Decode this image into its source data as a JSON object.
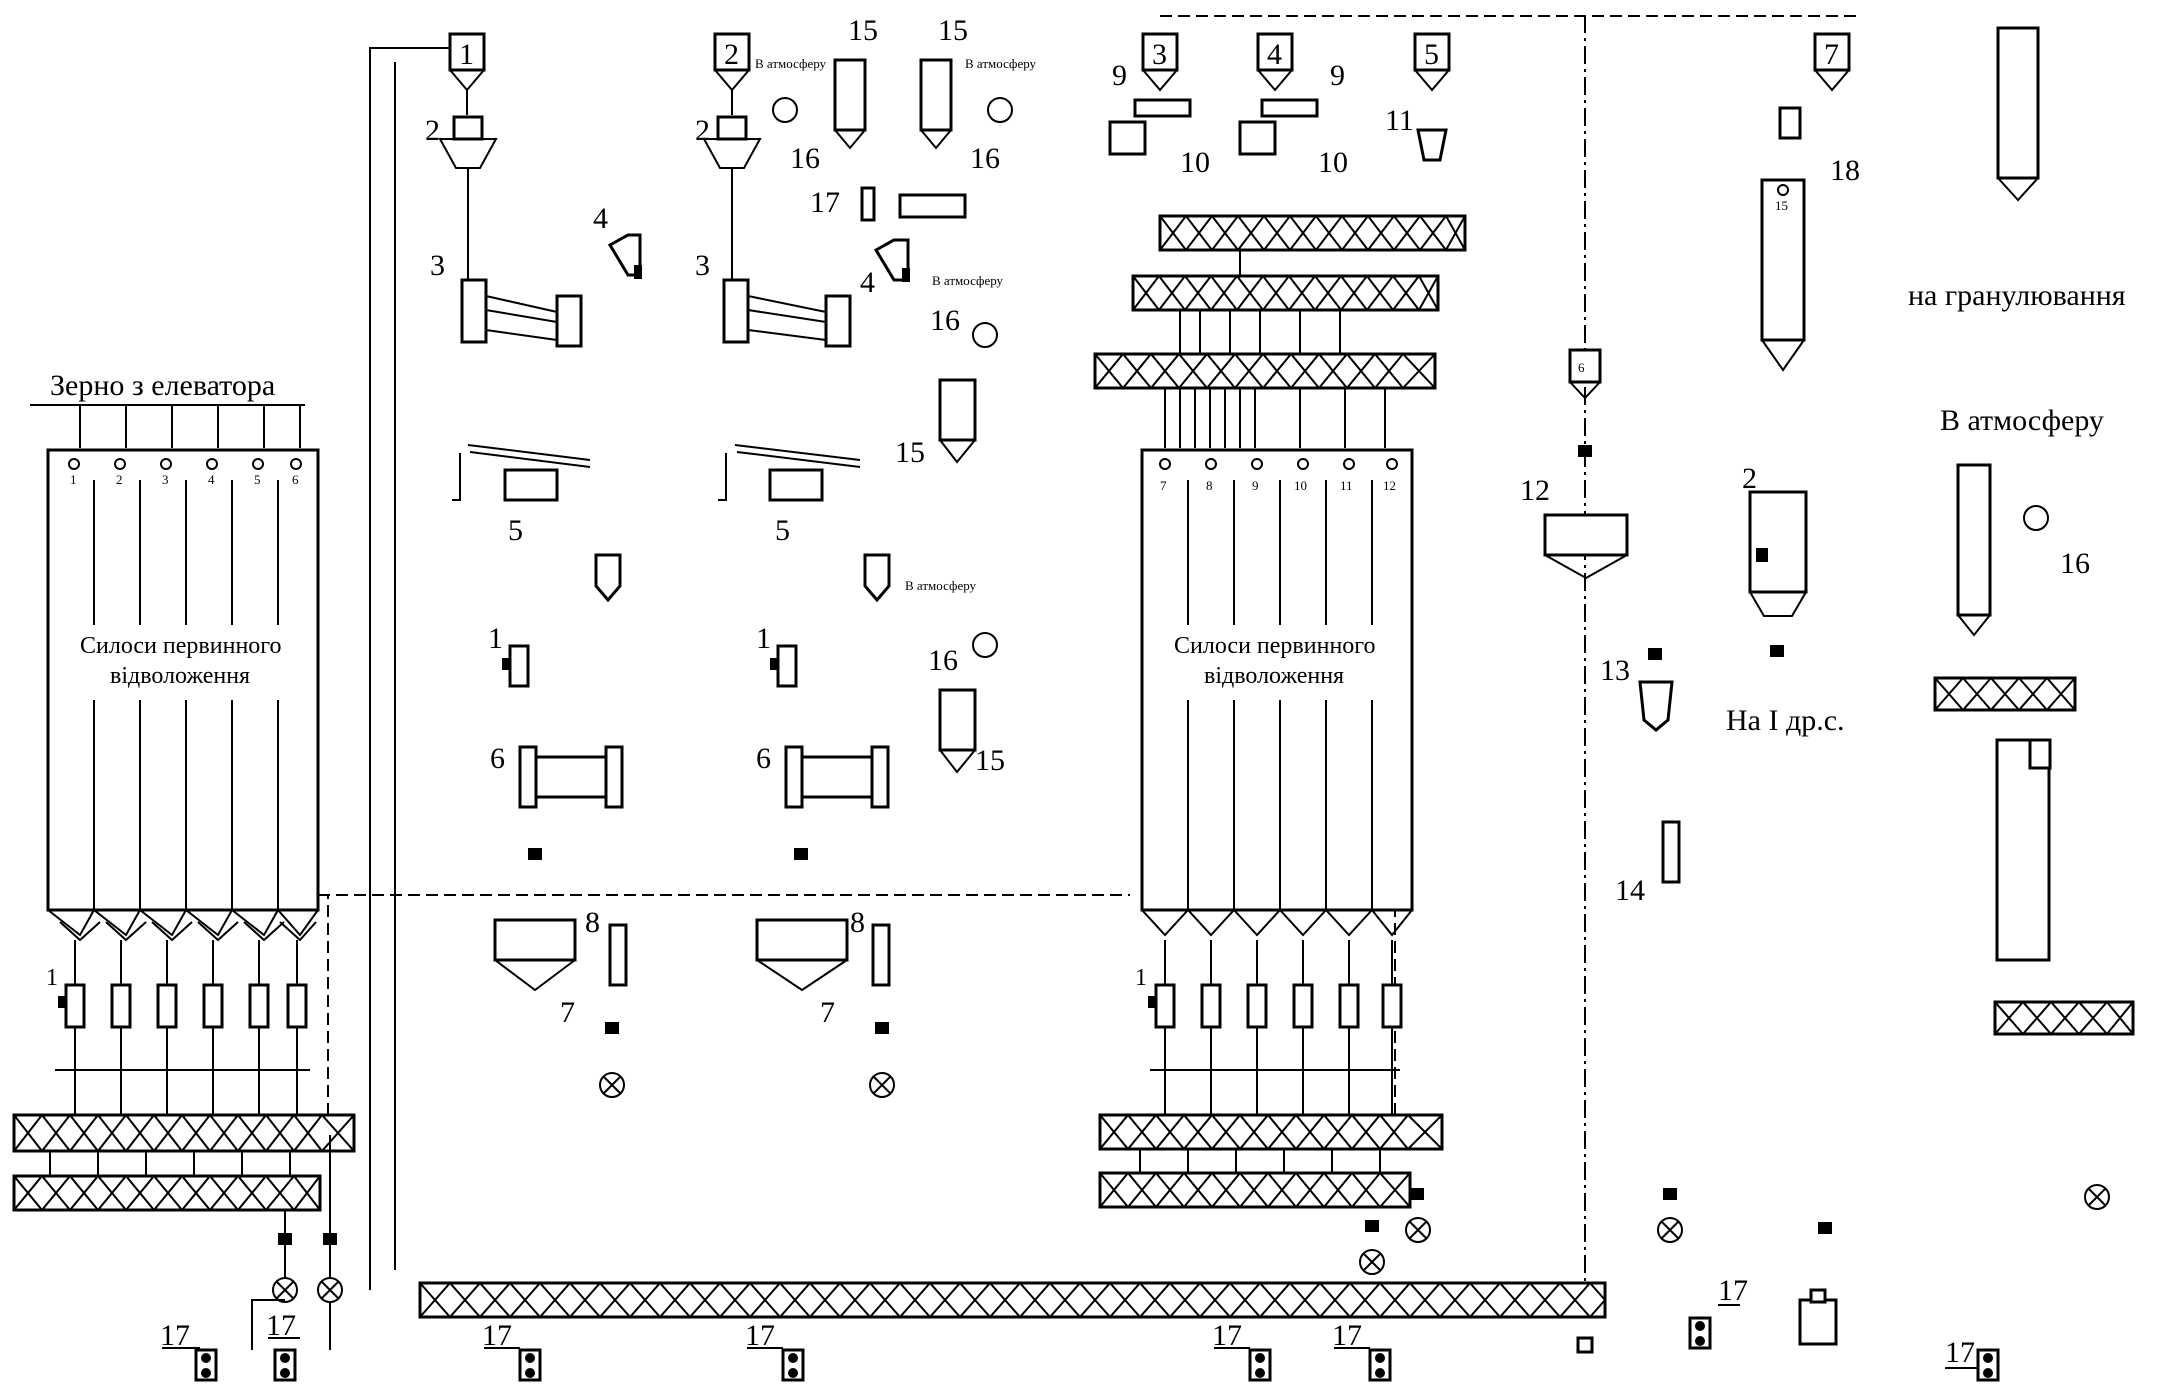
{
  "labels": {
    "grain_input": "Зерно з елеватора",
    "silo_left_line1": "Силоси первинного",
    "silo_left_line2": "відволоження",
    "silo_center_line1": "Силоси первинного",
    "silo_center_line2": "відволоження",
    "atmosphere_small": "В атмосферу",
    "atmosphere_large": "В атмосферу",
    "granulation": "на гранулювання",
    "to_first_break": "На І др.с."
  },
  "equipment": {
    "scale": "1",
    "dust": "17"
  },
  "numbers": {
    "n1": "1",
    "n2": "2",
    "n3": "3",
    "n4": "4",
    "n5": "5",
    "n6": "6",
    "n7": "7",
    "n8": "8",
    "n9": "9",
    "n10": "10",
    "n11": "11",
    "n12": "12",
    "n13": "13",
    "n14": "14",
    "n15": "15",
    "n16": "16",
    "n18": "18"
  },
  "silos_left": [
    "1",
    "2",
    "3",
    "4",
    "5",
    "6"
  ],
  "silos_center": [
    "7",
    "8",
    "9",
    "10",
    "11",
    "12"
  ]
}
